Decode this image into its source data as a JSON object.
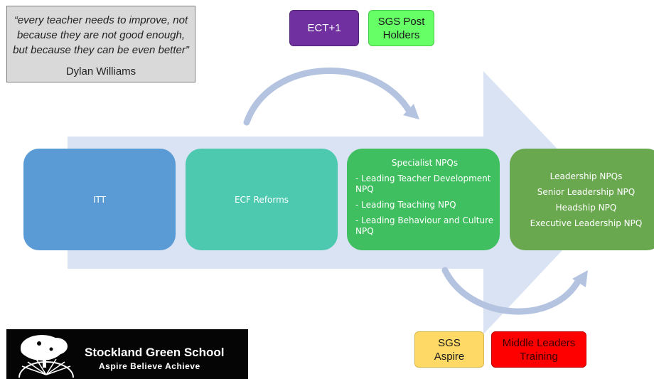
{
  "quote": {
    "lines": [
      "“every teacher needs to improve, not",
      "because they are not good enough,",
      "but because they can be even better”"
    ],
    "author": "Dylan Williams"
  },
  "tags": {
    "ect": "ECT+1",
    "sgs_post": "SGS Post\nHolders",
    "aspire": "SGS\nAspire",
    "middle_leaders": "Middle Leaders\nTraining"
  },
  "stages": {
    "itt": "ITT",
    "ecf": "ECF Reforms",
    "specialist": {
      "title": "Specialist NPQs",
      "items": [
        "- Leading Teacher Development NPQ",
        "- Leading Teaching NPQ",
        "- Leading Behaviour and Culture NPQ"
      ]
    },
    "leadership": {
      "lines": [
        "Leadership NPQs",
        "Senior Leadership NPQ",
        "Headship NPQ",
        "Executive Leadership NPQ"
      ]
    }
  },
  "logo": {
    "name": "Stockland Green School",
    "motto": "Aspire Believe Achieve"
  },
  "colors": {
    "arrow": "#dae3f3",
    "arc": "#b4c3e0",
    "itt": "#5b9bd5",
    "ecf": "#4dc9b0",
    "specialist": "#3fbf5f",
    "leadership": "#6aa84f",
    "ect": "#7030a0",
    "sgs_post": "#66ff66",
    "aspire": "#ffd966",
    "middle_leaders": "#ff0000"
  },
  "icons": {
    "logo_mark": "tree-over-sunrise"
  }
}
